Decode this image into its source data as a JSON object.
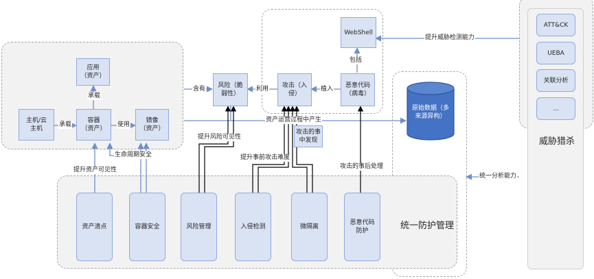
{
  "nodes": {
    "app": "应用\n（资产）",
    "container": "容器\n（资产）",
    "host": "主机/云\n主机",
    "image": "镜像\n（资产）",
    "risk": "风险（脆\n弱性）",
    "attack": "攻击（入\n侵）",
    "malware": "恶意代码\n（病毒）",
    "webshell": "WebShell",
    "raw_data": "原始数据（多\n来源异构）",
    "attack_discovery": "攻击的事\n中发现",
    "asset_inventory": "资产清点",
    "container_security": "容器安全",
    "risk_management": "风险管理",
    "intrusion_detection": "入侵检测",
    "micro_isolation": "微隔离",
    "malware_protection": "恶意代码\n防护",
    "attck": "ATT&CK",
    "ueba": "UEBA",
    "correlation": "关联分析",
    "more": "..."
  },
  "labels": {
    "carry": "承载",
    "bear": "承载",
    "use": "使用",
    "contains": "含有",
    "exploit": "利用",
    "implant": "植入",
    "includes": "包括",
    "improve_detection": "提升威胁检测能力",
    "asset_ops": "资产运营过程中产生",
    "lifecycle": "生命周期安全",
    "improve_asset_visibility": "提升资产可见性",
    "improve_risk_visibility": "提升风险可见性",
    "improve_attack_difficulty": "提升事前攻击难度",
    "post_attack": "攻击的事后处理",
    "unified_analysis": "统一分析能力",
    "unified_protection": "统一防护管理",
    "threat_hunting": "威胁猎杀"
  },
  "colors": {
    "node_fill": "#dae3f3",
    "node_border": "#8faadc",
    "db_fill": "#4472c4",
    "arrow_blue": "#6f8fc8",
    "arrow_black": "#000000"
  }
}
